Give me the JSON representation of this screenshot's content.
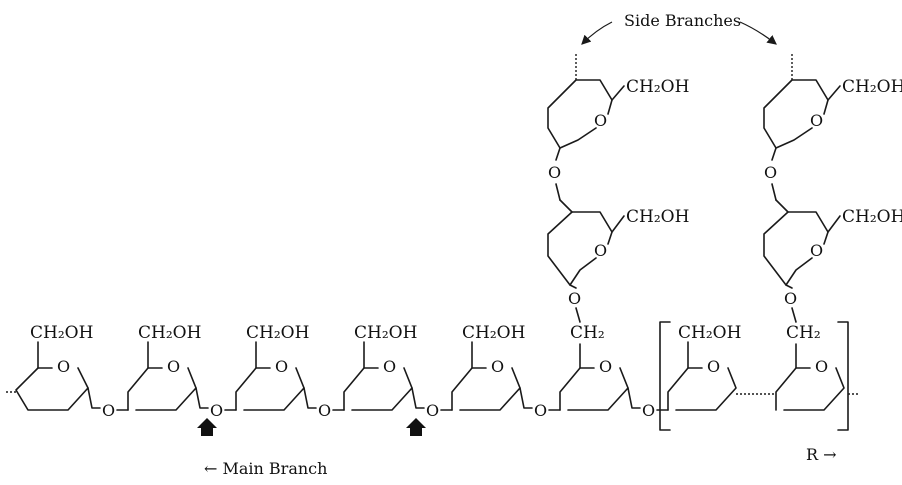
{
  "labels": {
    "side_branches": "Side Branches",
    "main_branch": "← Main Branch",
    "repeat": "R →"
  },
  "atoms": {
    "ch2oh": "CH₂OH",
    "ch2": "CH₂",
    "o": "O"
  },
  "colors": {
    "ink": "#1a1a1a",
    "background": "#ffffff"
  },
  "markers": {
    "cleavage_arrow_count": 2,
    "cleavage_icon": "up-arrow-icon"
  }
}
